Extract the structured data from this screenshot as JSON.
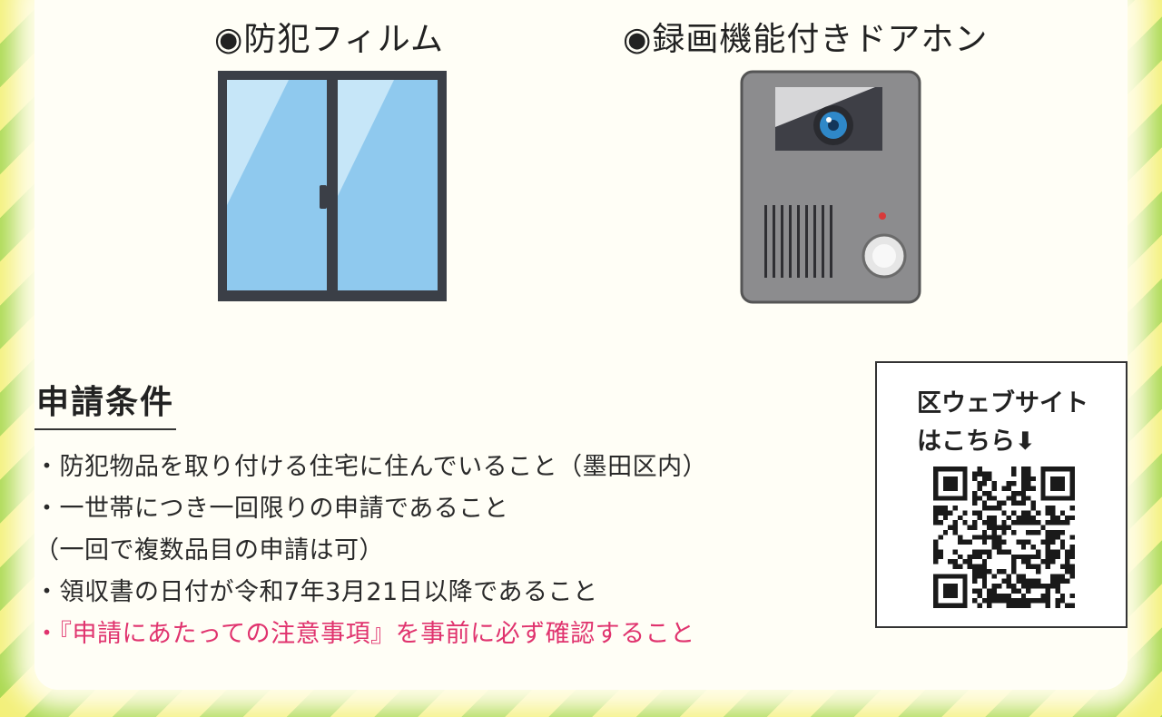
{
  "items": [
    {
      "title": "◉防犯フィルム",
      "icon": "window-icon"
    },
    {
      "title": "◉録画機能付きドアホン",
      "icon": "doorphone-icon"
    }
  ],
  "conditions": {
    "heading": "申請条件",
    "lines": [
      "・防犯物品を取り付ける住宅に住んでいること（墨田区内）",
      "・一世帯につき一回限りの申請であること",
      "（一回で複数品目の申請は可）",
      "・領収書の日付が令和7年3月21日以降であること",
      "・『申請にあたっての注意事項』を事前に必ず確認すること"
    ]
  },
  "qr": {
    "line1": "区ウェブサイト",
    "line2": "はこちら⬇",
    "icon": "qr-code-icon"
  },
  "colors": {
    "stripe_yellow": "#f3f07a",
    "stripe_green": "#a9d84e",
    "highlight_pink": "#e0336e"
  }
}
